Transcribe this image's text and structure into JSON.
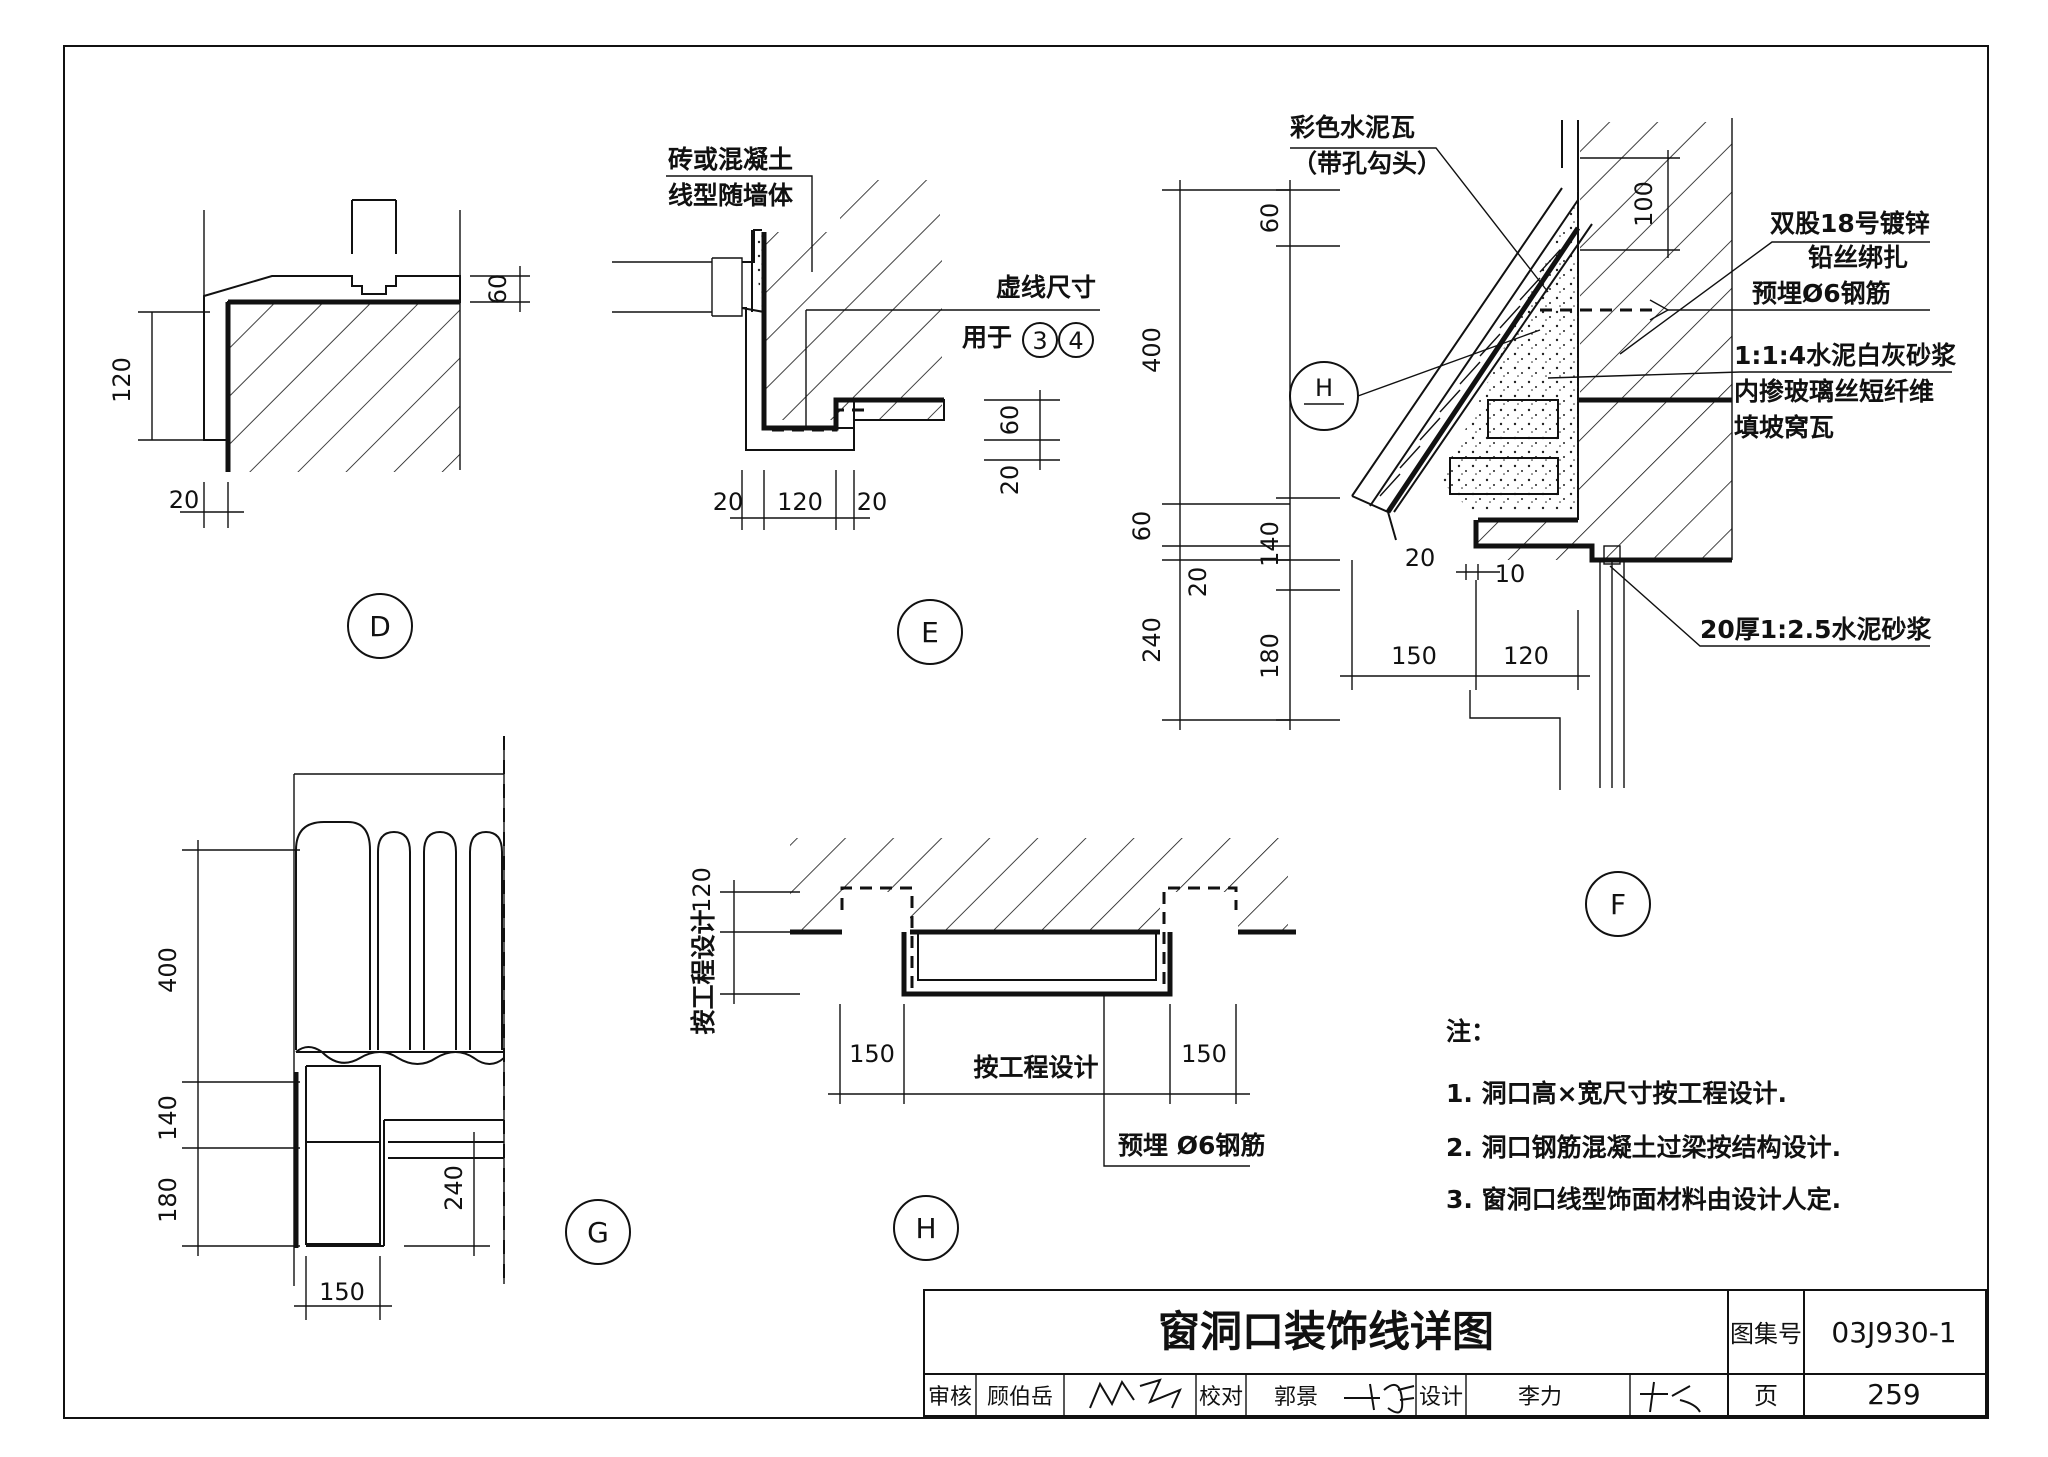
{
  "details": {
    "D": {
      "marker": "D",
      "dims": {
        "h120": "120",
        "h60": "60",
        "w20": "20"
      }
    },
    "E": {
      "marker": "E",
      "label_material": "砖或混凝土",
      "label_profile": "线型随墙体",
      "label_dashed": "虚线尺寸",
      "label_use": "用于",
      "refs": [
        "3",
        "4"
      ],
      "dims": {
        "w20a": "20",
        "w120": "120",
        "w20b": "20",
        "h60": "60",
        "h20": "20"
      }
    },
    "F": {
      "marker": "F",
      "tile_name": "彩色水泥瓦",
      "tile_note": "（带孔勾头）",
      "wire_1": "双股18号镀锌",
      "wire_2": "铅丝绑扎",
      "rebar": "预埋Ø6钢筋",
      "mortar_1": "1:1:4水泥白灰砂浆",
      "mortar_2": "内掺玻璃丝短纤维",
      "mortar_3": "填坡窝瓦",
      "plaster": "20厚1:2.5水泥砂浆",
      "section_ref": "H",
      "dims": {
        "d400": "400",
        "d60a": "60",
        "d60b": "60",
        "d100": "100",
        "d20a": "20",
        "d20b": "20",
        "d140": "140",
        "d180": "180",
        "d240": "240",
        "d10": "10",
        "d150": "150",
        "d120": "120"
      }
    },
    "G": {
      "marker": "G",
      "dims": {
        "d400": "400",
        "d140": "140",
        "d180": "180",
        "d240": "240",
        "d150": "150"
      }
    },
    "H": {
      "marker": "H",
      "by_design": "按工程设计",
      "rebar": "预埋 Ø6钢筋",
      "dims": {
        "d120": "120",
        "d150a": "150",
        "d150b": "150"
      }
    }
  },
  "notes": {
    "title": "注：",
    "items": [
      "1. 洞口高×宽尺寸按工程设计.",
      "2. 洞口钢筋混凝土过梁按结构设计.",
      "3. 窗洞口线型饰面材料由设计人定."
    ]
  },
  "title_block": {
    "drawing_title": "窗洞口装饰线详图",
    "atlas_label": "图集号",
    "atlas_no": "03J930-1",
    "review_label": "审核",
    "review_name": "顾伯岳",
    "check_label": "校对",
    "check_name": "郭景",
    "design_label": "设计",
    "design_name": "李力",
    "page_label": "页",
    "page_no": "259"
  }
}
